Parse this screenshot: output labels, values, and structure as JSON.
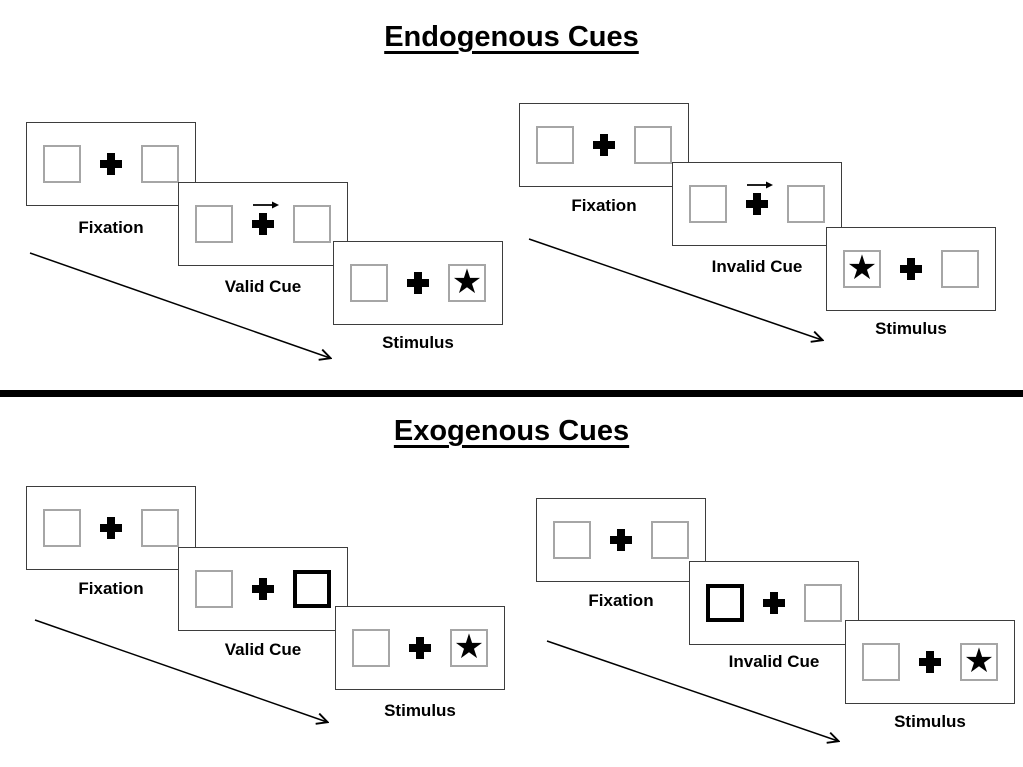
{
  "sections": [
    {
      "title": "Endogenous Cues",
      "cue_style": "central-arrow",
      "sequences": [
        {
          "name": "valid-trial",
          "panels": [
            {
              "label": "Fixation",
              "type": "fixation"
            },
            {
              "label": "Valid Cue",
              "type": "cue",
              "cue": "arrow-right"
            },
            {
              "label": "Stimulus",
              "type": "stimulus",
              "star_side": "right"
            }
          ]
        },
        {
          "name": "invalid-trial",
          "panels": [
            {
              "label": "Fixation",
              "type": "fixation"
            },
            {
              "label": "Invalid Cue",
              "type": "cue",
              "cue": "arrow-right"
            },
            {
              "label": "Stimulus",
              "type": "stimulus",
              "star_side": "left"
            }
          ]
        }
      ]
    },
    {
      "title": "Exogenous Cues",
      "cue_style": "peripheral-bold-box",
      "sequences": [
        {
          "name": "valid-trial",
          "panels": [
            {
              "label": "Fixation",
              "type": "fixation"
            },
            {
              "label": "Valid Cue",
              "type": "cue",
              "cue": "bold-box-right"
            },
            {
              "label": "Stimulus",
              "type": "stimulus",
              "star_side": "right"
            }
          ]
        },
        {
          "name": "invalid-trial",
          "panels": [
            {
              "label": "Fixation",
              "type": "fixation"
            },
            {
              "label": "Invalid Cue",
              "type": "cue",
              "cue": "bold-box-left"
            },
            {
              "label": "Stimulus",
              "type": "stimulus",
              "star_side": "right"
            }
          ]
        }
      ]
    }
  ],
  "glyphs": {
    "star": "★"
  },
  "colors": {
    "ink": "#000000",
    "panel_border": "#3d3d3d",
    "square_border": "#a6a6a6",
    "background": "#ffffff"
  }
}
